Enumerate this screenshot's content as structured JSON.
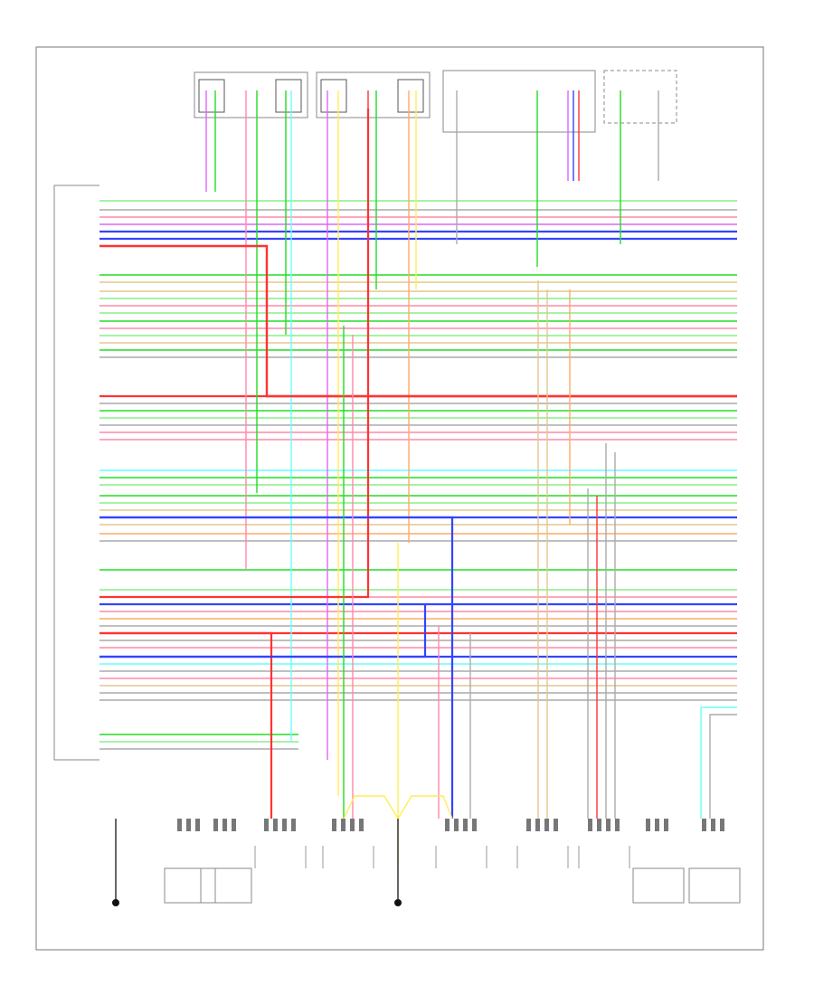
{
  "diagram": {
    "page_ref": "",
    "wire_colors": {
      "RED": "#ff3333",
      "GRN": "#22dd22",
      "LT GRN": "#88ee88",
      "BLU": "#3344ff",
      "LT BLU": "#66ffff",
      "PNK": "#ff88aa",
      "VIO": "#dd66ff",
      "ORN": "#ffaa66",
      "YEL": "#ffee55",
      "BRN": "#bb9944",
      "GRY": "#aaaaaa",
      "BLK": "#333333",
      "TAN": "#e0c890"
    },
    "wires": [
      {
        "name": "wire-pink-1",
        "color": "PNK"
      },
      {
        "name": "wire-violet-1",
        "color": "VIO"
      },
      {
        "name": "wire-blue-1",
        "color": "BLU"
      },
      {
        "name": "wire-red-main",
        "color": "RED"
      },
      {
        "name": "wire-green-1",
        "color": "GRN"
      },
      {
        "name": "wire-ltgreen-1",
        "color": "LT GRN"
      },
      {
        "name": "wire-orange-1",
        "color": "ORN"
      },
      {
        "name": "wire-yellow-1",
        "color": "YEL"
      },
      {
        "name": "wire-ltblue-1",
        "color": "LT BLU"
      },
      {
        "name": "wire-gray-1",
        "color": "GRY"
      },
      {
        "name": "wire-tan-1",
        "color": "TAN"
      },
      {
        "name": "wire-brown-1",
        "color": "BRN"
      }
    ],
    "bottom_components": [
      {
        "name": "ground-left",
        "kind": "ground"
      },
      {
        "name": "sensor-box-1",
        "kind": "sensor"
      },
      {
        "name": "sensor-box-2",
        "kind": "sensor"
      },
      {
        "name": "component-4",
        "kind": "connector"
      },
      {
        "name": "component-5",
        "kind": "connector"
      },
      {
        "name": "ground-center",
        "kind": "ground"
      },
      {
        "name": "component-7",
        "kind": "connector"
      },
      {
        "name": "component-8",
        "kind": "connector"
      },
      {
        "name": "component-9",
        "kind": "connector"
      },
      {
        "name": "component-10",
        "kind": "sensor"
      },
      {
        "name": "component-11",
        "kind": "sensor"
      }
    ]
  }
}
